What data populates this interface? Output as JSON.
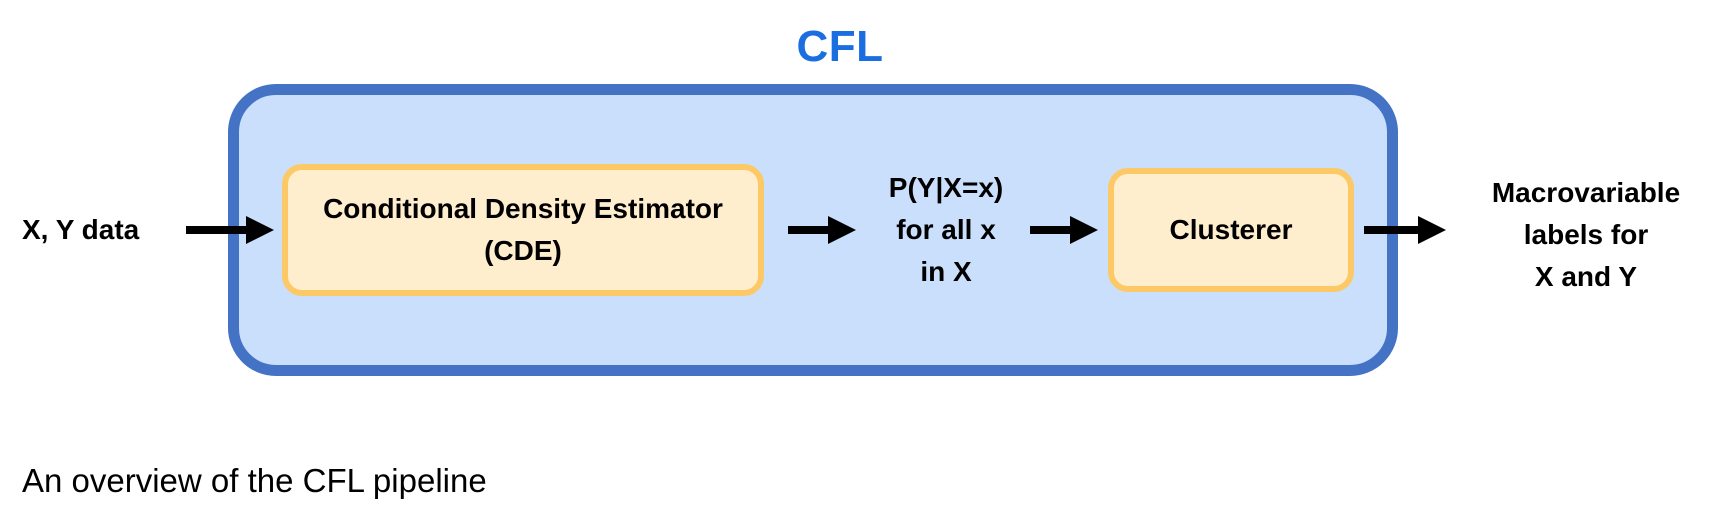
{
  "title": "CFL",
  "input_label": "X, Y data",
  "cde_box": {
    "line1": "Conditional Density Estimator",
    "line2": "(CDE)"
  },
  "intermediate": {
    "line1": "P(Y|X=x)",
    "line2": "for all x",
    "line3": "in X"
  },
  "clusterer_box": {
    "label": "Clusterer"
  },
  "output_label": {
    "line1": "Macrovariable",
    "line2": "labels for",
    "line3": "X and Y"
  },
  "caption": "An overview of the CFL pipeline",
  "colors": {
    "title": "#1a6ee0",
    "outer_fill": "#c9dffb",
    "outer_border": "#4472c4",
    "inner_fill": "#feeecd",
    "inner_border": "#fdc966",
    "arrow": "#000000"
  },
  "arrows": [
    "arrow-right-icon",
    "arrow-right-icon",
    "arrow-right-icon",
    "arrow-right-icon"
  ]
}
